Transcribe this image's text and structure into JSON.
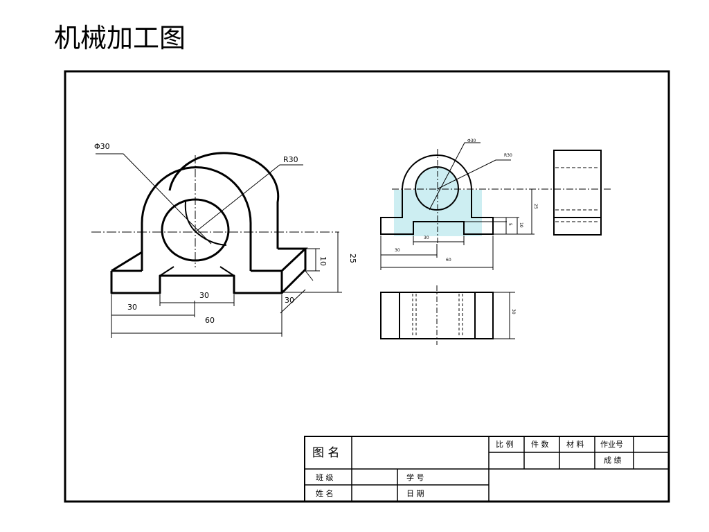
{
  "page": {
    "title": "机械加工图"
  },
  "iso_view": {
    "dims": {
      "hole_diameter": "Φ30",
      "arc_radius": "R30",
      "slot_width": "30",
      "half_width": "30",
      "total_width": "60",
      "depth": "30",
      "base_height": "10",
      "center_height": "25"
    }
  },
  "front_view": {
    "dims": {
      "hole_diameter": "Φ30",
      "arc_radius": "R30",
      "slot_width": "30",
      "half_width": "30",
      "total_width": "60",
      "center_height": "25",
      "base_height": "10",
      "slot_depth": "5"
    }
  },
  "top_view": {
    "dims": {
      "depth": "30"
    }
  },
  "title_block": {
    "drawing_name_label": "图 名",
    "scale_label": "比 例",
    "quantity_label": "件 数",
    "material_label": "材 料",
    "job_no_label": "作业号",
    "grade_label": "成 绩",
    "class_label": "班 级",
    "student_no_label": "学 号",
    "name_label": "姓 名",
    "date_label": "日 期"
  },
  "colors": {
    "highlight": "#cdeef2",
    "line": "#000000"
  }
}
